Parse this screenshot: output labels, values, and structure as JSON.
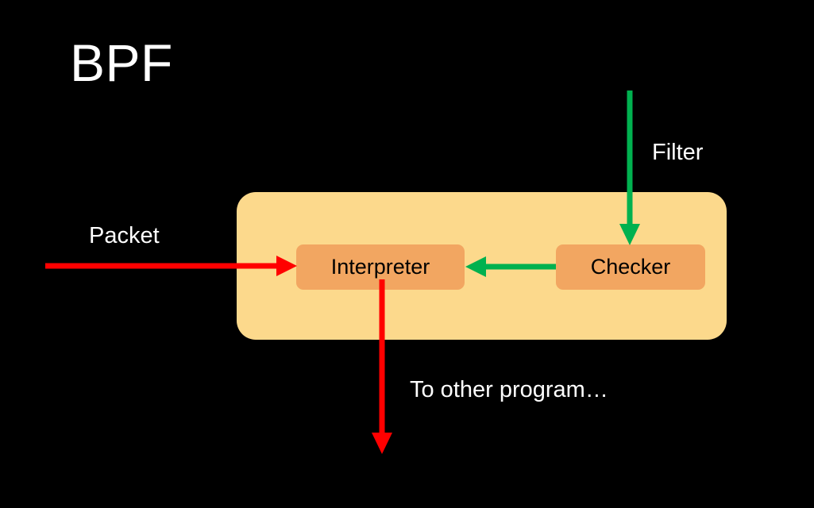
{
  "slide": {
    "title": "BPF",
    "background_color": "#000000",
    "title_color": "#ffffff"
  },
  "container": {
    "name": "bpf-engine",
    "fill_color": "#FCD98C"
  },
  "nodes": [
    {
      "id": "interpreter",
      "label": "Interpreter",
      "fill_color": "#F2A661",
      "text_color": "#000000"
    },
    {
      "id": "checker",
      "label": "Checker",
      "fill_color": "#F2A661",
      "text_color": "#000000"
    }
  ],
  "labels": {
    "packet": "Packet",
    "filter": "Filter",
    "to_other_program": "To other program…"
  },
  "arrows": [
    {
      "id": "packet-in",
      "from": "Packet",
      "to": "Interpreter",
      "color": "#FF0000",
      "direction": "right"
    },
    {
      "id": "filter-in",
      "from": "Filter",
      "to": "Checker",
      "color": "#00B14F",
      "direction": "down"
    },
    {
      "id": "checker-to-interpreter",
      "from": "Checker",
      "to": "Interpreter",
      "color": "#00B14F",
      "direction": "left"
    },
    {
      "id": "interpreter-out",
      "from": "Interpreter",
      "to": "To other program…",
      "color": "#FF0000",
      "direction": "down"
    }
  ],
  "colors": {
    "red": "#FF0000",
    "green": "#00B14F",
    "container_fill": "#FCD98C",
    "node_fill": "#F2A661",
    "background": "#000000",
    "label_text": "#ffffff"
  }
}
